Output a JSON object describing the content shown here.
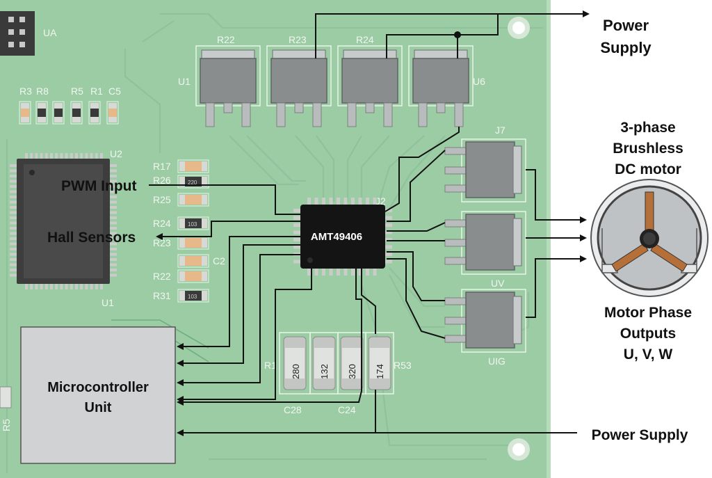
{
  "chip": {
    "label": "AMT49406"
  },
  "mcu": {
    "label_line1": "Microcontroller",
    "label_line2": "Unit"
  },
  "callouts": {
    "power_supply_top_line1": "Power",
    "power_supply_top_line2": "Supply",
    "motor_line1": "3-phase",
    "motor_line2": "Brushless",
    "motor_line3": "DC motor",
    "pwm_input": "PWM Input",
    "hall_sensors": "Hall Sensors",
    "phase_outputs_line1": "Motor Phase",
    "phase_outputs_line2": "Outputs",
    "phase_outputs_line3": "U, V, W",
    "power_supply_bottom": "Power Supply"
  },
  "silkscreen": {
    "ua": "UA",
    "r22_top": "R22",
    "r23": "R23",
    "r24_top": "R24",
    "u1_top": "U1",
    "u6": "U6",
    "r3": "R3",
    "r8": "R8",
    "r5_top": "R5",
    "r1_top": "R1",
    "c5": "C5",
    "u2": "U2",
    "r17": "R17",
    "r26": "R26",
    "r25": "R25",
    "r24_left": "R24",
    "r23_left": "R23",
    "c2": "C2",
    "r22_left": "R22",
    "r31": "R31",
    "u1_left": "U1",
    "j7": "J7",
    "j2": "J2",
    "uv": "UV",
    "uig": "UIG",
    "r1_bottom": "R1",
    "r53": "R53",
    "c28": "C28",
    "c24": "C24",
    "r5_side": "R5"
  },
  "resistors": {
    "v1": "280",
    "v2": "132",
    "v3": "320",
    "v4": "174"
  },
  "smd_codes": {
    "r26_code": "220",
    "r24_code": "103",
    "r31_code": "103"
  },
  "colors": {
    "pcb": "#9ccca4",
    "pcb_edge": "#b7dcbc",
    "trace": "#8fc29c",
    "chip": "#141414",
    "mosfet": "#8a8d8e",
    "mcu_box": "#d0d2d4",
    "wire": "#111111"
  },
  "icons": {
    "motor": "brushless-motor-icon",
    "mounting_hole": "mounting-hole-icon",
    "header": "pin-header-icon"
  }
}
